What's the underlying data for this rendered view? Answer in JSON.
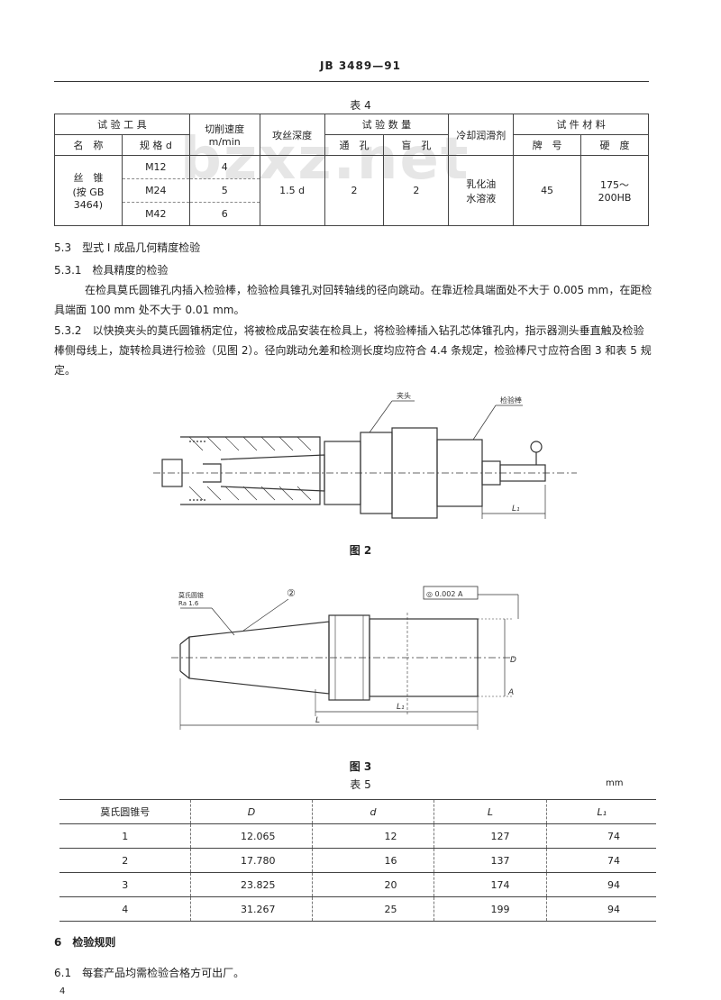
{
  "header": {
    "standard_code": "JB 3489—91",
    "page_number": "4"
  },
  "watermark": "bzxz.net",
  "table4": {
    "title": "表 4",
    "header": {
      "test_tool": "试 验 工 具",
      "name": "名　称",
      "spec": "规 格 d",
      "cutting_speed": "切削速度",
      "cutting_speed_unit": "m/min",
      "feed_depth": "攻丝深度",
      "test_count": "试 验 数 量",
      "through_hole": "通　孔",
      "blind_hole": "盲　孔",
      "coolant": "冷却润滑剂",
      "material": "试 件 材 料",
      "grade": "牌　号",
      "hardness": "硬　度"
    },
    "row": {
      "name_line1": "丝　锥",
      "name_line2": "(按 GB 3464)",
      "specs": [
        "M12",
        "M24",
        "M42"
      ],
      "speeds": [
        "4",
        "5",
        "6"
      ],
      "feed_depth": "1.5 d",
      "through_hole": "2",
      "blind_hole": "2",
      "coolant_line1": "乳化油",
      "coolant_line2": "水溶液",
      "grade": "45",
      "hardness_line1": "175～",
      "hardness_line2": "200HB"
    }
  },
  "sections": {
    "s53": "5.3　型式 I 成品几何精度检验",
    "s531": "5.3.1　检具精度的检验",
    "s531_text": "在检具莫氏圆锥孔内插入检验棒，检验检具锥孔对回转轴线的径向跳动。在靠近检具端面处不大于 0.005 mm，在距检具端面 100 mm 处不大于 0.01 mm。",
    "s532_num": "5.3.2",
    "s532_text": "以快换夹头的莫氏圆锥柄定位，将被检成品安装在检具上，将检验棒插入钻孔芯体锥孔内，指示器测头垂直触及检验棒侧母线上，旋转检具进行检验（见图 2）。径向跳动允差和检测长度均应符合 4.4 条规定，检验棒尺寸应符合图 3 和表 5 规定。"
  },
  "figure2": {
    "caption": "图 2",
    "label_left": "夹头",
    "label_right": "检验棒",
    "dim_l": "L₁"
  },
  "figure3": {
    "caption": "图 3",
    "label_taper": "莫氏圆锥",
    "label_taper2": "Ra 1.6",
    "circle_num": "②",
    "tolerance_box": "◎ 0.002 A",
    "dim_L": "L",
    "dim_L1": "L₁",
    "datum": "A",
    "dim_D": "D"
  },
  "table5": {
    "title": "表 5",
    "unit": "mm",
    "headers": [
      "莫氏圆锥号",
      "D",
      "d",
      "L",
      "L₁"
    ],
    "rows": [
      [
        "1",
        "12.065",
        "12",
        "127",
        "74"
      ],
      [
        "2",
        "17.780",
        "16",
        "137",
        "74"
      ],
      [
        "3",
        "23.825",
        "20",
        "174",
        "94"
      ],
      [
        "4",
        "31.267",
        "25",
        "199",
        "94"
      ]
    ]
  },
  "section6": {
    "title": "6　检验规则",
    "s61": "6.1　每套产品均需检验合格方可出厂。"
  }
}
